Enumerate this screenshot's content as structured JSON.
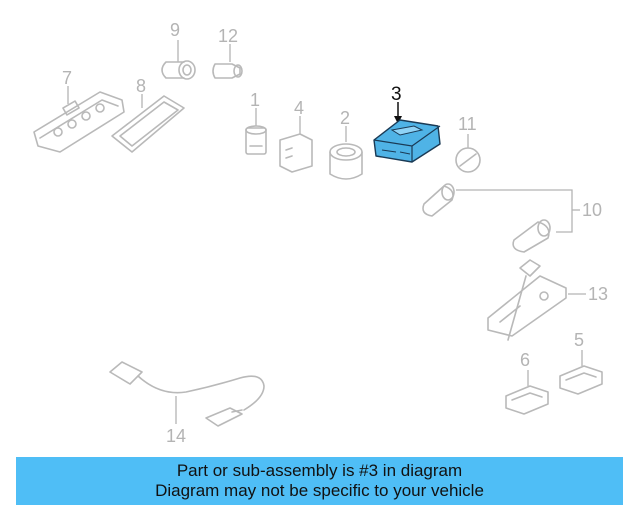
{
  "diagram": {
    "highlight_part": "3",
    "highlight_color": "#4fb3e6",
    "callouts": [
      "1",
      "2",
      "3",
      "4",
      "5",
      "6",
      "7",
      "8",
      "9",
      "10",
      "11",
      "12",
      "13",
      "14"
    ]
  },
  "banner": {
    "line1": "Part or sub-assembly is #3 in diagram",
    "line2": "Diagram may not be specific to your vehicle",
    "color": "#4fbef6"
  }
}
